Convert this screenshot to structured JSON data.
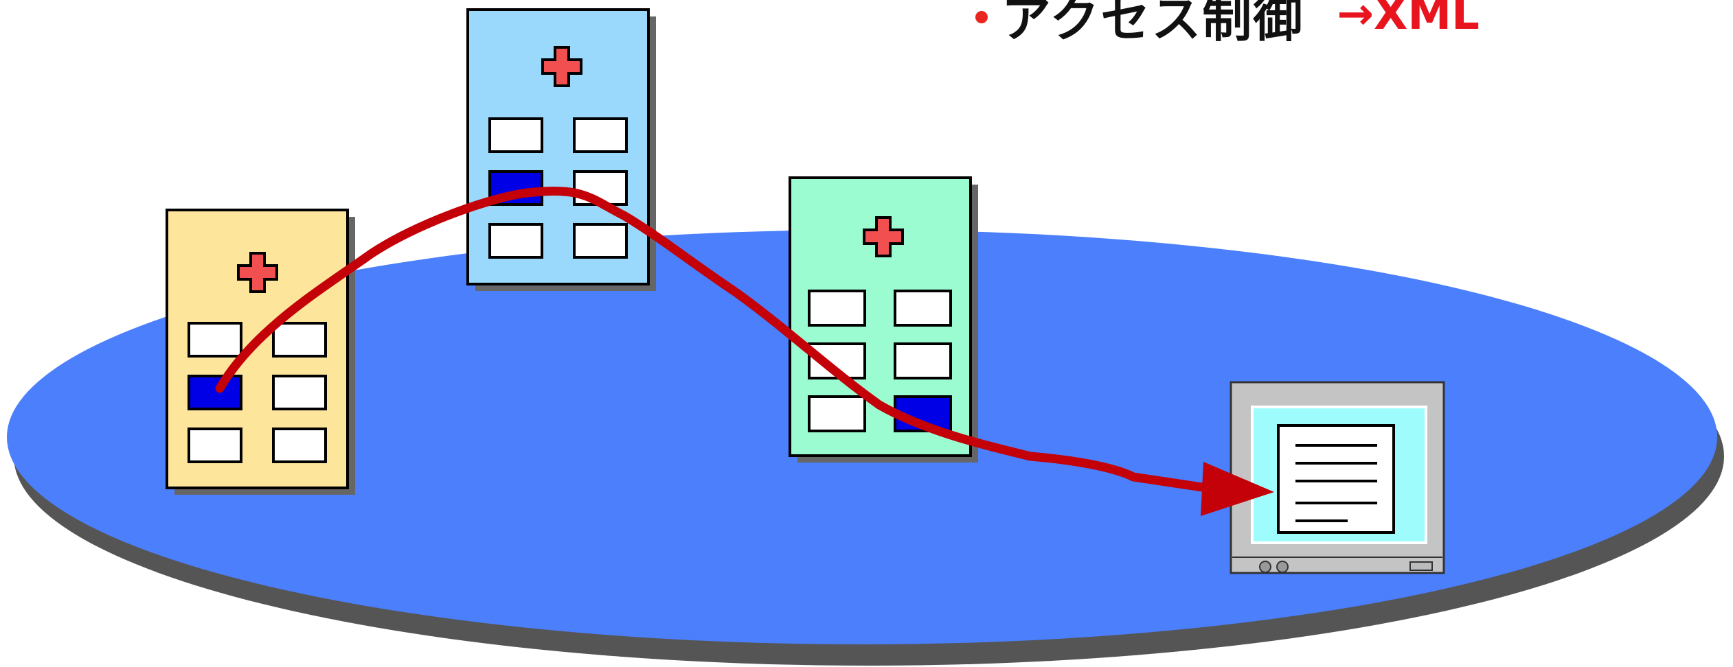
{
  "heading": {
    "bullet": "•",
    "text": "アクセス制御",
    "suffix": "→XML"
  },
  "colors": {
    "bullet": "#e8261e",
    "accent": "#e8141e",
    "network_disc": "#4b7ffb",
    "disc_shadow": "#555555",
    "path": "#c40008",
    "hospital_a": "#fde59b",
    "hospital_b": "#9bd9fc",
    "hospital_c": "#9afcd0",
    "cross": "#f25050",
    "window_white": "#ffffff",
    "window_selected": "#0000e6",
    "monitor_frame": "#c4c4c4",
    "monitor_screen": "#9ffcfc"
  },
  "diagram": {
    "hospitals": [
      {
        "name": "hospital-left",
        "color_key": "hospital_a",
        "selected_window": [
          1,
          0
        ]
      },
      {
        "name": "hospital-middle",
        "color_key": "hospital_b",
        "selected_window": [
          1,
          0
        ]
      },
      {
        "name": "hospital-right",
        "color_key": "hospital_c",
        "selected_window": [
          2,
          1
        ]
      }
    ],
    "terminal": {
      "icon": "monitor-document-icon"
    },
    "path_icon": "data-flow-arrow-icon"
  }
}
